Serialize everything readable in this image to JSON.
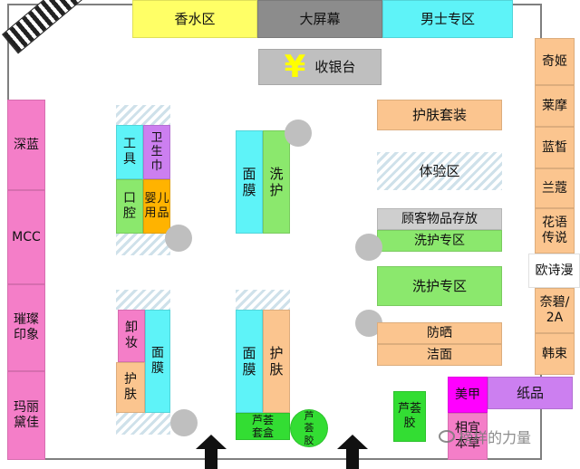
{
  "colors": {
    "pink": "#f47ec8",
    "orange": "#fbc58f",
    "cyan": "#5ef3f8",
    "green": "#8be86d",
    "yellow": "#ffff66",
    "gray": "#8c8c8c",
    "light_gray": "#cfcfcf",
    "magenta": "#ff00ff",
    "violet": "#cc7ff0",
    "bright_green": "#33dd33",
    "amber": "#ffb300"
  },
  "top": {
    "perfume": "香水区",
    "big_screen": "大屏幕",
    "men": "男士专区"
  },
  "cashier": {
    "symbol": "¥",
    "label": "收银台"
  },
  "left_wall": [
    "深蓝",
    "MCC",
    "璀璨\n印象",
    "玛丽\n黛佳"
  ],
  "right_wall": [
    "奇姬",
    "莱摩",
    "蓝皙",
    "兰蔻",
    "花语\n传说",
    "欧诗漫",
    "奈碧/\n2A",
    "韩束"
  ],
  "shelf_a": {
    "tools": "工\n具",
    "sanitary": "卫\n生\n巾",
    "oral": "口\n腔",
    "baby": "婴\n用",
    "baby_b": "儿\n品"
  },
  "shelf_b": {
    "makeup_remover": "卸\n妆",
    "skincare": "护\n肤",
    "mask": "面\n膜"
  },
  "shelf_c": {
    "mask": "面\n膜",
    "wash": "洗\n护"
  },
  "shelf_d": {
    "mask": "面\n膜",
    "skincare": "护\n肤",
    "aloe_box": "芦荟\n套盒",
    "aloe_gel": "芦\n荟\n胶"
  },
  "right_zone": {
    "skincare_set": "护肤套装",
    "experience": "体验区",
    "storage": "顾客物品存放",
    "wash1": "洗护专区",
    "wash2": "洗护专区",
    "sunscreen": "防晒",
    "cleanser": "洁面",
    "aloe_gel": "芦荟\n胶",
    "nails": "美甲",
    "tissue": "纸品",
    "xiangyi": "相宜\n本草"
  },
  "watermark": "榜样的力量"
}
